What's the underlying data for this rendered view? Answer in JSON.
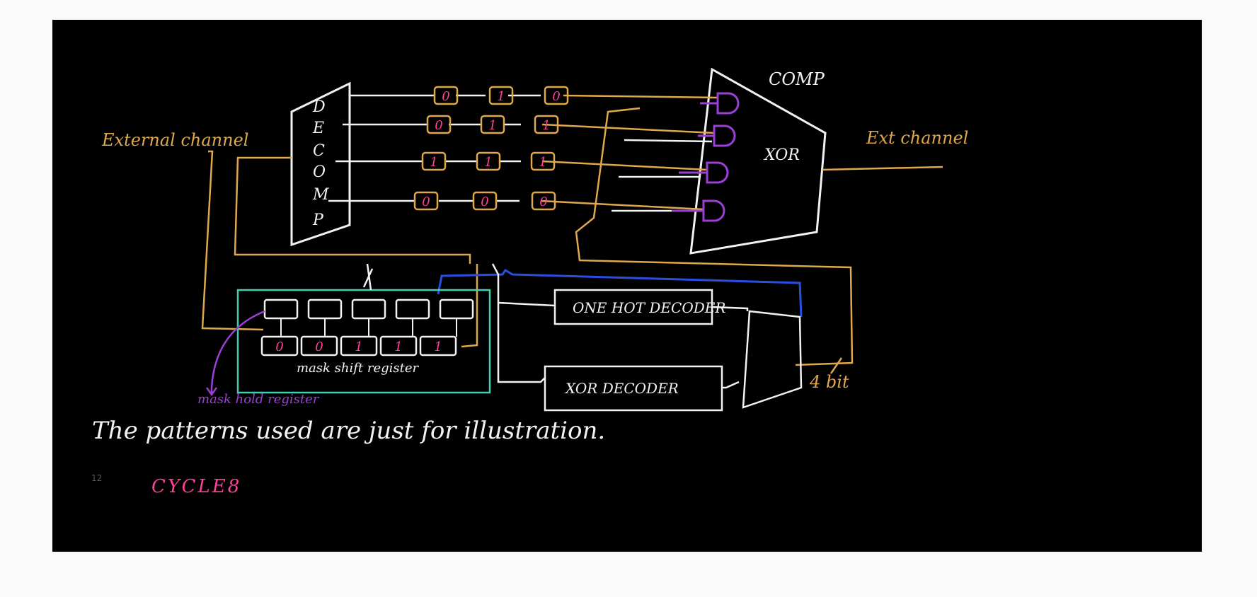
{
  "colors": {
    "background": "#000000",
    "page": "#fafafa",
    "white_wire": "#f2f2f2",
    "orange_wire": "#e0a84c",
    "purple": "#9b3fd6",
    "blue_wire": "#2a4fe0",
    "teal_box": "#3fd0b0",
    "pink_text": "#ff3f9a"
  },
  "decompressor": {
    "letters": [
      "D",
      "E",
      "C",
      "O",
      "M",
      "P"
    ]
  },
  "compressor": {
    "title": "COMP",
    "inner_label": "XOR"
  },
  "labels": {
    "external_channel": "External channel",
    "ext_channel": "Ext channel",
    "bus_width": "4 bit",
    "mask_shift_register": "mask shift register",
    "mask_hold_register": "mask hold register",
    "one_hot_decoder": "ONE HOT DECODER",
    "xor_decoder": "XOR DECODER",
    "note": "The patterns used are just for illustration.",
    "cycle": "CYCLE8",
    "page_marker": "12"
  },
  "scan_chains": [
    [
      "0",
      "1",
      "0"
    ],
    [
      "0",
      "1",
      "1"
    ],
    [
      "1",
      "1",
      "1"
    ],
    [
      "0",
      "0",
      "0"
    ]
  ],
  "mask_shift_register_bits": [
    "0",
    "0",
    "1",
    "1",
    "1"
  ]
}
